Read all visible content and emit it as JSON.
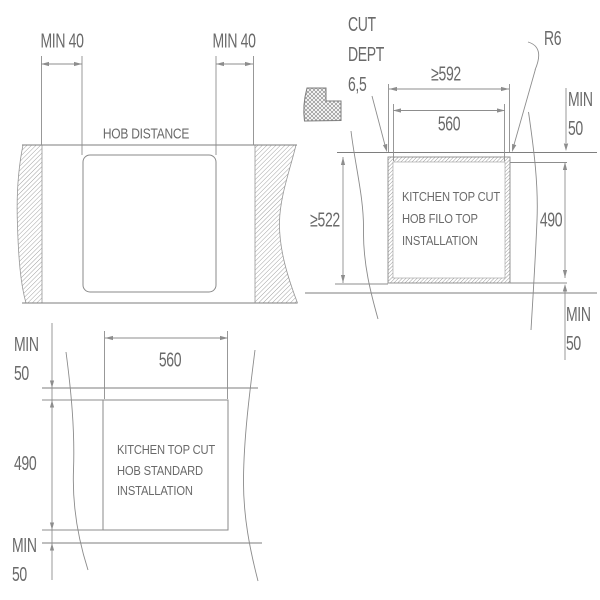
{
  "top_left": {
    "min_left": "MIN 40",
    "min_right": "MIN 40",
    "hob_distance_label": "HOB DISTANCE"
  },
  "filo": {
    "cut_note": [
      "CUT",
      "DEPT",
      "6,5"
    ],
    "radius_label": "R6",
    "width_outer": "≥592",
    "width_inner": "560",
    "height_outer": "≥522",
    "height_inner": "490",
    "min_top": [
      "MIN",
      "50"
    ],
    "min_bottom": [
      "MIN",
      "50"
    ],
    "box_label": [
      "KITCHEN TOP CUT",
      "HOB FILO TOP",
      "INSTALLATION"
    ]
  },
  "standard": {
    "min_top": [
      "MIN",
      "50"
    ],
    "min_bottom": [
      "MIN",
      "50"
    ],
    "width": "560",
    "height": "490",
    "box_label": [
      "KITCHEN TOP CUT",
      "HOB STANDARD",
      "INSTALLATION"
    ]
  },
  "colors": {
    "line": "#848484",
    "text": "#6a6a6a",
    "hatch": "#9a9a9a"
  }
}
